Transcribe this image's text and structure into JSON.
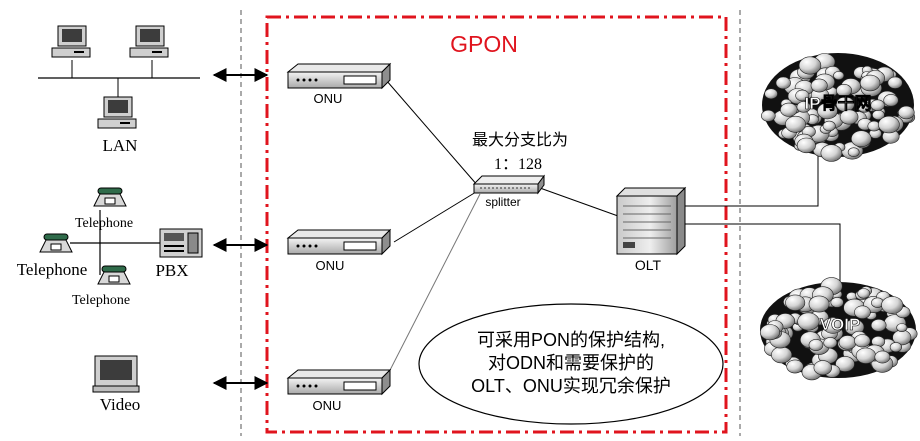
{
  "region": {
    "title": "GPON",
    "frame_color": "#e0141e"
  },
  "left": {
    "lan_label": "LAN",
    "telephone_labels": [
      "Telephone",
      "Telephone",
      "Telephone"
    ],
    "pbx_label": "PBX",
    "video_label": "Video"
  },
  "pon": {
    "onu_labels": [
      "ONU",
      "ONU",
      "ONU"
    ],
    "splitter_label": "splitter",
    "split_ratio_title": "最大分支比为",
    "split_ratio_value": "1：128",
    "olt_label": "OLT"
  },
  "protection_note": {
    "line1": "可采用PON的保护结构,",
    "line2": "对ODN和需要保护的",
    "line3": "OLT、ONU实现冗余保护"
  },
  "clouds": {
    "ip_label": "IP骨干网",
    "voip_label": "VOIP"
  }
}
